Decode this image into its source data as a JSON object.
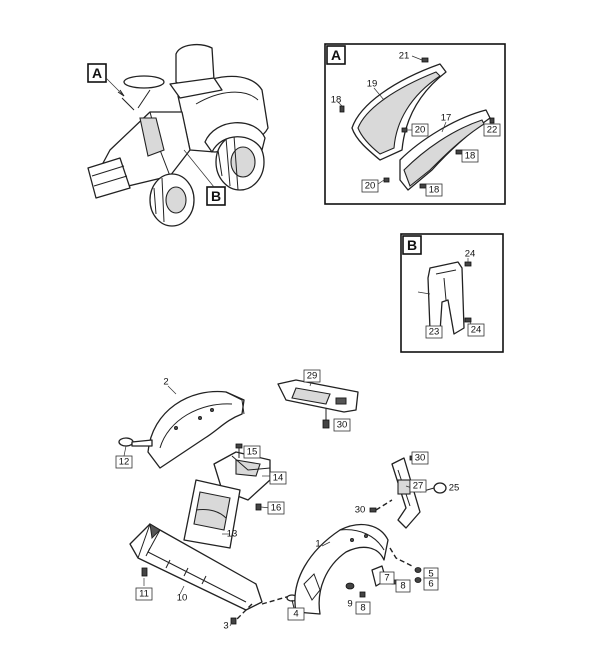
{
  "views": {
    "A": {
      "letter": "A"
    },
    "B": {
      "letter": "B"
    }
  },
  "callouts": {
    "c1": "1",
    "c2": "2",
    "c3": "3",
    "c4": "4",
    "c5": "5",
    "c6": "6",
    "c7": "7",
    "c8a": "8",
    "c8b": "8",
    "c9": "9",
    "c10": "10",
    "c11": "11",
    "c12": "12",
    "c13": "13",
    "c14": "14",
    "c15": "15",
    "c16": "16",
    "c17": "17",
    "c18a": "18",
    "c18b": "18",
    "c18c": "18",
    "c19": "19",
    "c20a": "20",
    "c20b": "20",
    "c21": "21",
    "c22": "22",
    "c23": "23",
    "c24a": "24",
    "c24b": "24",
    "c25": "25",
    "c27": "27",
    "c29": "29",
    "c30a": "30",
    "c30b": "30",
    "c30c": "30"
  }
}
